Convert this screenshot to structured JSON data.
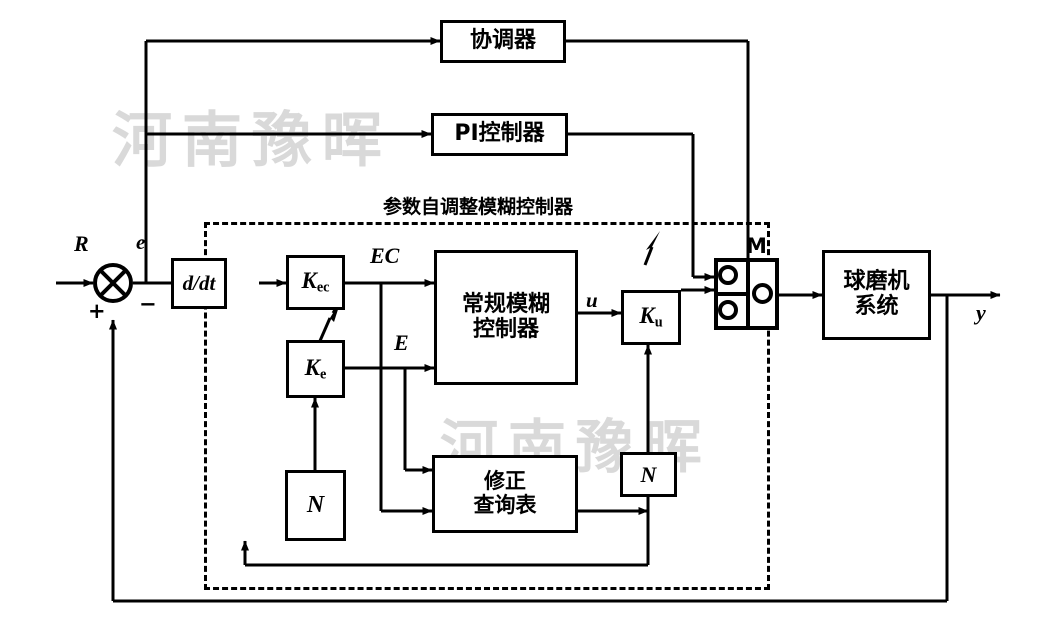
{
  "diagram": {
    "title": "参数自调整模糊控制器",
    "dashed_region_label": "参数自调整模糊控制器",
    "watermark": "河南豫晖",
    "blocks": {
      "coordinator": "协调器",
      "pi_controller": "PI控制器",
      "derivative": "d/dt",
      "gain_ec": "K",
      "gain_ec_sub": "ec",
      "gain_e": "K",
      "gain_e_sub": "e",
      "gain_u": "K",
      "gain_u_sub": "u",
      "fuzzy_controller_line1": "常规模糊",
      "fuzzy_controller_line2": "控制器",
      "correction_table_line1": "修正",
      "correction_table_line2": "查询表",
      "n_block": "N",
      "n_block_2": "N",
      "plant_line1": "球磨机",
      "plant_line2": "系统",
      "switch_label": "M"
    },
    "signals": {
      "reference": "R",
      "error": "e",
      "plus": "+",
      "minus": "−",
      "error_change": "EC",
      "error_scaled": "E",
      "control": "u",
      "output": "y"
    },
    "colors": {
      "line": "#000000",
      "background": "#ffffff",
      "watermark": "#d9d9d9"
    }
  }
}
